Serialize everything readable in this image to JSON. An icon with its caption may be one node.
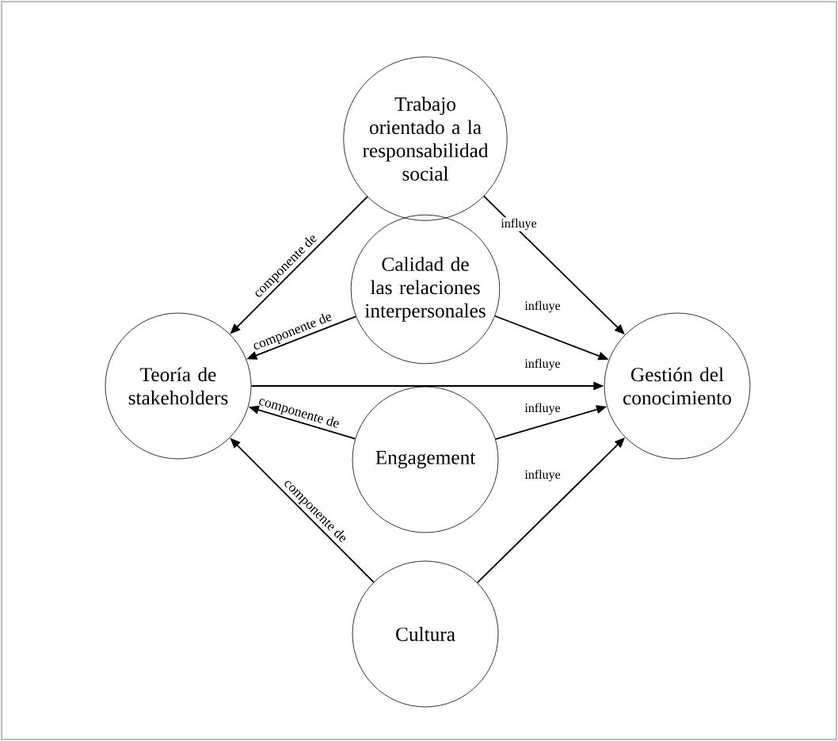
{
  "diagram": {
    "nodes": [
      {
        "text": [
          "Trabajo orientado a la responsabilidad social"
        ]
      },
      {
        "text": [
          "Calidad de las relaciones interpersonales"
        ]
      },
      {
        "text": [
          "Teoría de stakeholders"
        ]
      },
      {
        "text": [
          "Gestión del conocimiento"
        ]
      },
      {
        "text": [
          "Engagement"
        ]
      },
      {
        "text": [
          "Cultura"
        ]
      }
    ],
    "edges": [
      {
        "from": 0,
        "to": 2,
        "arrow": "to",
        "label": "componente de"
      },
      {
        "from": 0,
        "to": 3,
        "arrow": "to",
        "label": "influye"
      },
      {
        "from": 1,
        "to": 2,
        "arrow": "to",
        "label": "componente de"
      },
      {
        "from": 1,
        "to": 3,
        "arrow": "to",
        "label": "influye"
      },
      {
        "from": 2,
        "to": 3,
        "arrow": "to",
        "label": "influye"
      },
      {
        "from": 4,
        "to": 2,
        "arrow": "to",
        "label": "componente de"
      },
      {
        "from": 4,
        "to": 3,
        "arrow": "to",
        "label": "influye"
      },
      {
        "from": 5,
        "to": 2,
        "arrow": "to",
        "label": "componente de"
      },
      {
        "from": 5,
        "to": 3,
        "arrow": "to",
        "label": "influye"
      }
    ]
  }
}
